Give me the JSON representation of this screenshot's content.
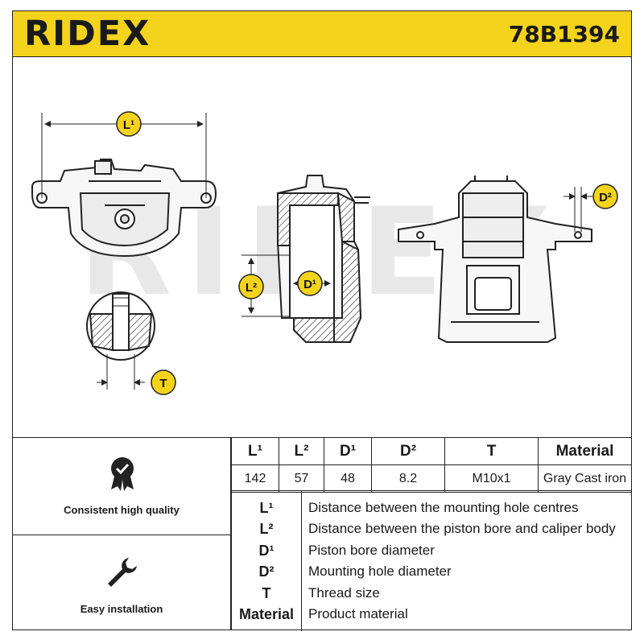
{
  "header": {
    "brand": "RIDEX",
    "part_number": "78B1394",
    "background_color": "#f4d31c"
  },
  "drawing": {
    "watermark": "RIDEX",
    "callouts": {
      "l1": "L¹",
      "l2": "L²",
      "d1": "D¹",
      "d2": "D²",
      "t": "T"
    },
    "callout_color": "#f4d31c"
  },
  "features": [
    {
      "icon": "quality-badge-icon",
      "label": "Consistent high quality"
    },
    {
      "icon": "wrench-icon",
      "label": "Easy installation"
    }
  ],
  "specs": {
    "headers": [
      "L¹",
      "L²",
      "D¹",
      "D²",
      "T",
      "Material"
    ],
    "values": [
      "142",
      "57",
      "48",
      "8.2",
      "M10x1",
      "Gray Cast iron"
    ]
  },
  "legend": [
    {
      "key": "L¹",
      "desc": "Distance between the mounting hole centres"
    },
    {
      "key": "L²",
      "desc": "Distance between the piston bore and caliper body"
    },
    {
      "key": "D¹",
      "desc": "Piston bore diameter"
    },
    {
      "key": "D²",
      "desc": "Mounting hole diameter"
    },
    {
      "key": "T",
      "desc": "Thread size"
    },
    {
      "key": "Material",
      "desc": "Product material"
    }
  ]
}
